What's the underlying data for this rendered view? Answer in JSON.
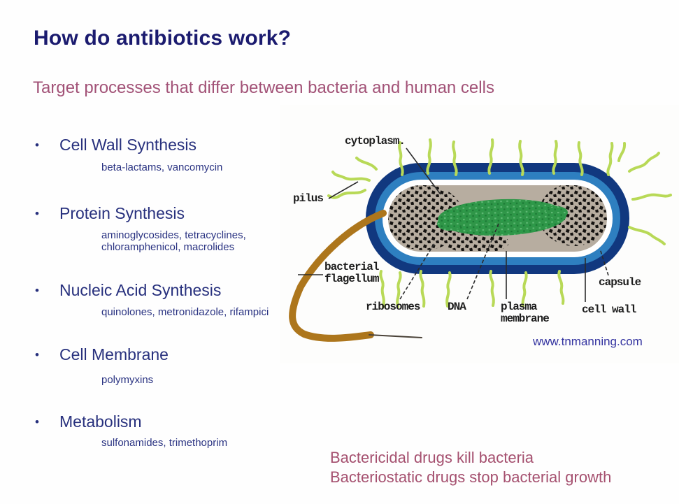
{
  "slide": {
    "title": "How do antibiotics work?",
    "subtitle": "Target processes that differ between bacteria and human cells",
    "bullet_char": "•",
    "bullets": [
      {
        "label": "Cell Wall Synthesis",
        "drugs": [
          "beta-lactams, vancomycin"
        ]
      },
      {
        "label": "Protein Synthesis",
        "drugs": [
          "aminoglycosides, tetracyclines,",
          "chloramphenicol, macrolides"
        ]
      },
      {
        "label": "Nucleic Acid Synthesis",
        "drugs": [
          "quinolones, metronidazole, rifampici"
        ]
      },
      {
        "label": "Cell Membrane",
        "drugs": [
          "polymyxins"
        ]
      },
      {
        "label": "Metabolism",
        "drugs": [
          "sulfonamides, trimethoprim"
        ]
      }
    ],
    "footer_lines": [
      "Bactericidal drugs kill bacteria",
      "Bacteriostatic drugs stop bacterial growth"
    ]
  },
  "diagram": {
    "labels": {
      "cytoplasm": "cytoplasm.",
      "pilus": "pilus",
      "flagellum": "bacterial\nflagellum",
      "ribosomes": "ribosomes",
      "dna": "DNA",
      "plasma_membrane": "plasma\nmembrane",
      "cell_wall": "cell wall",
      "capsule": "capsule"
    },
    "credit": "www.tnmanning.com",
    "colors": {
      "title_navy": "#1b1b6f",
      "bullet_navy": "#27307d",
      "plum": "#a5506f",
      "capsule_navy": "#11387f",
      "cell_wall_blue": "#2e7fc0",
      "cytoplasm_tan": "#b7ada0",
      "nucleoid_green": "#2f9648",
      "pili_green": "#b8d957",
      "flagellum_brown": "#ad761c",
      "credit_navy": "#3333a0"
    }
  }
}
